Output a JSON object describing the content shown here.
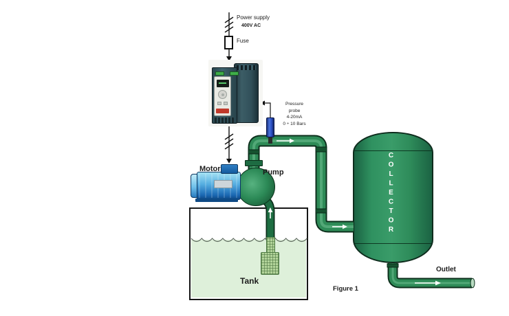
{
  "figure": {
    "caption": "Figure 1",
    "labels": {
      "power_supply": "Power supply",
      "voltage": "400V AC",
      "fuse": "Fuse",
      "pressure_probe": "Pressure\nprobe\n4-20mA\n0 ÷ 10 Bars",
      "motor": "Motor",
      "pump": "Pump",
      "tank": "Tank",
      "collector": "COLLECTOR",
      "outlet": "Outlet"
    },
    "colors": {
      "pipe_green": "#2e8b57",
      "pipe_outline": "#0d2f1c",
      "collector_green": "#2e8b5a",
      "motor_blue": "#2a85cc",
      "probe_blue": "#2d52c8",
      "drive_body": "#31505a",
      "tank_water": "#def0da",
      "keypad_red": "#c0392b",
      "terminal_green": "#3fae49"
    }
  }
}
